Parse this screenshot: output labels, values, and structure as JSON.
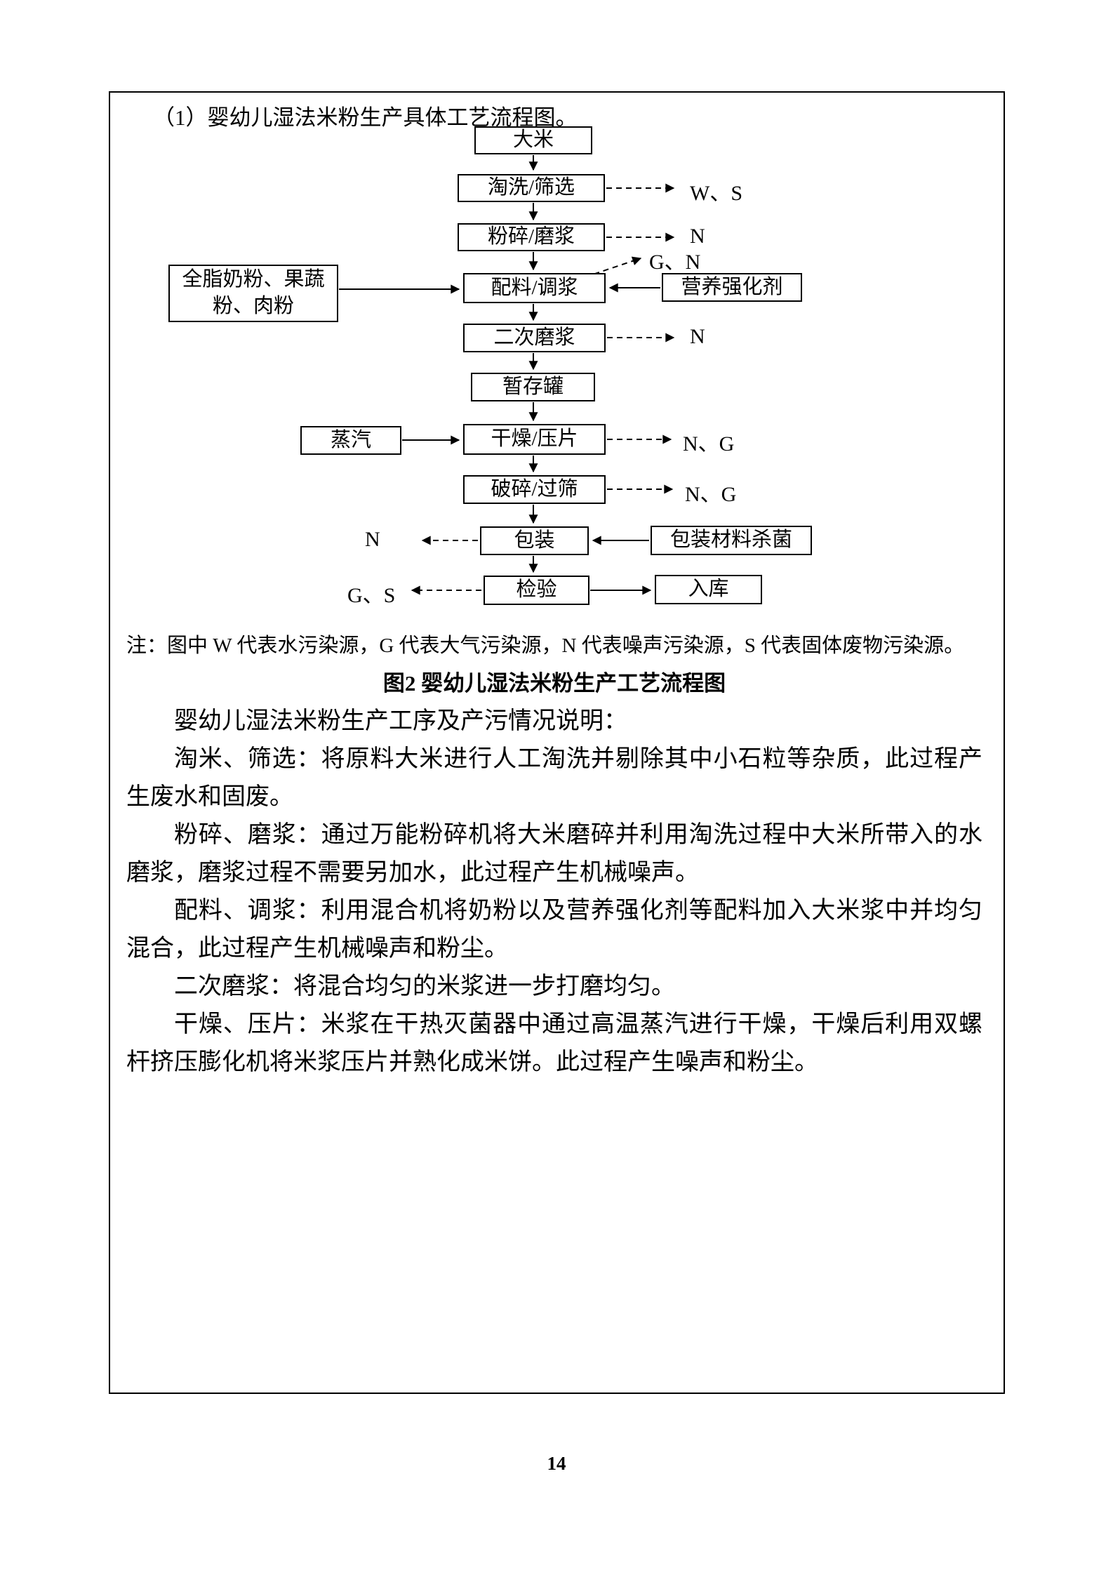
{
  "doc": {
    "title_line": "（1）婴幼儿湿法米粉生产具体工艺流程图。",
    "note": "注：图中 W 代表水污染源，G 代表大气污染源，N 代表噪声污染源，S 代表固体废物污染源。",
    "caption": "图2  婴幼儿湿法米粉生产工艺流程图",
    "paragraphs": [
      "婴幼儿湿法米粉生产工序及产污情况说明：",
      "淘米、筛选：将原料大米进行人工淘洗并剔除其中小石粒等杂质，此过程产生废水和固废。",
      "粉碎、磨浆：通过万能粉碎机将大米磨碎并利用淘洗过程中大米所带入的水磨浆，磨浆过程不需要另加水，此过程产生机械噪声。",
      "配料、调浆：利用混合机将奶粉以及营养强化剂等配料加入大米浆中并均匀混合，此过程产生机械噪声和粉尘。",
      "二次磨浆：将混合均匀的米浆进一步打磨均匀。",
      "干燥、压片：米浆在干热灭菌器中通过高温蒸汽进行干燥，干燥后利用双螺杆挤压膨化机将米浆压片并熟化成米饼。此过程产生噪声和粉尘。"
    ],
    "page_number": "14"
  },
  "flowchart": {
    "nodes": {
      "rice": "大米",
      "wash_sieve": "淘洗/筛选",
      "crush_grind": "粉碎/磨浆",
      "ingredients": "全脂奶粉、果蔬粉、肉粉",
      "mix_slurry": "配料/调浆",
      "fortifier": "营养强化剂",
      "second_grind": "二次磨浆",
      "holding_tank": "暂存罐",
      "steam": "蒸汽",
      "dry_press": "干燥/压片",
      "crush_sieve": "破碎/过筛",
      "packaging": "包装",
      "pack_material_sterilize": "包装材料杀菌",
      "inspection": "检验",
      "warehouse": "入库"
    },
    "pollution_labels": {
      "wash_out": "W、S",
      "crush_out": "N",
      "mix_out": "G、N",
      "second_grind_out": "N",
      "dry_out": "N、G",
      "sieve_out": "N、G",
      "packaging_out": "N",
      "inspection_out": "G、S"
    }
  }
}
